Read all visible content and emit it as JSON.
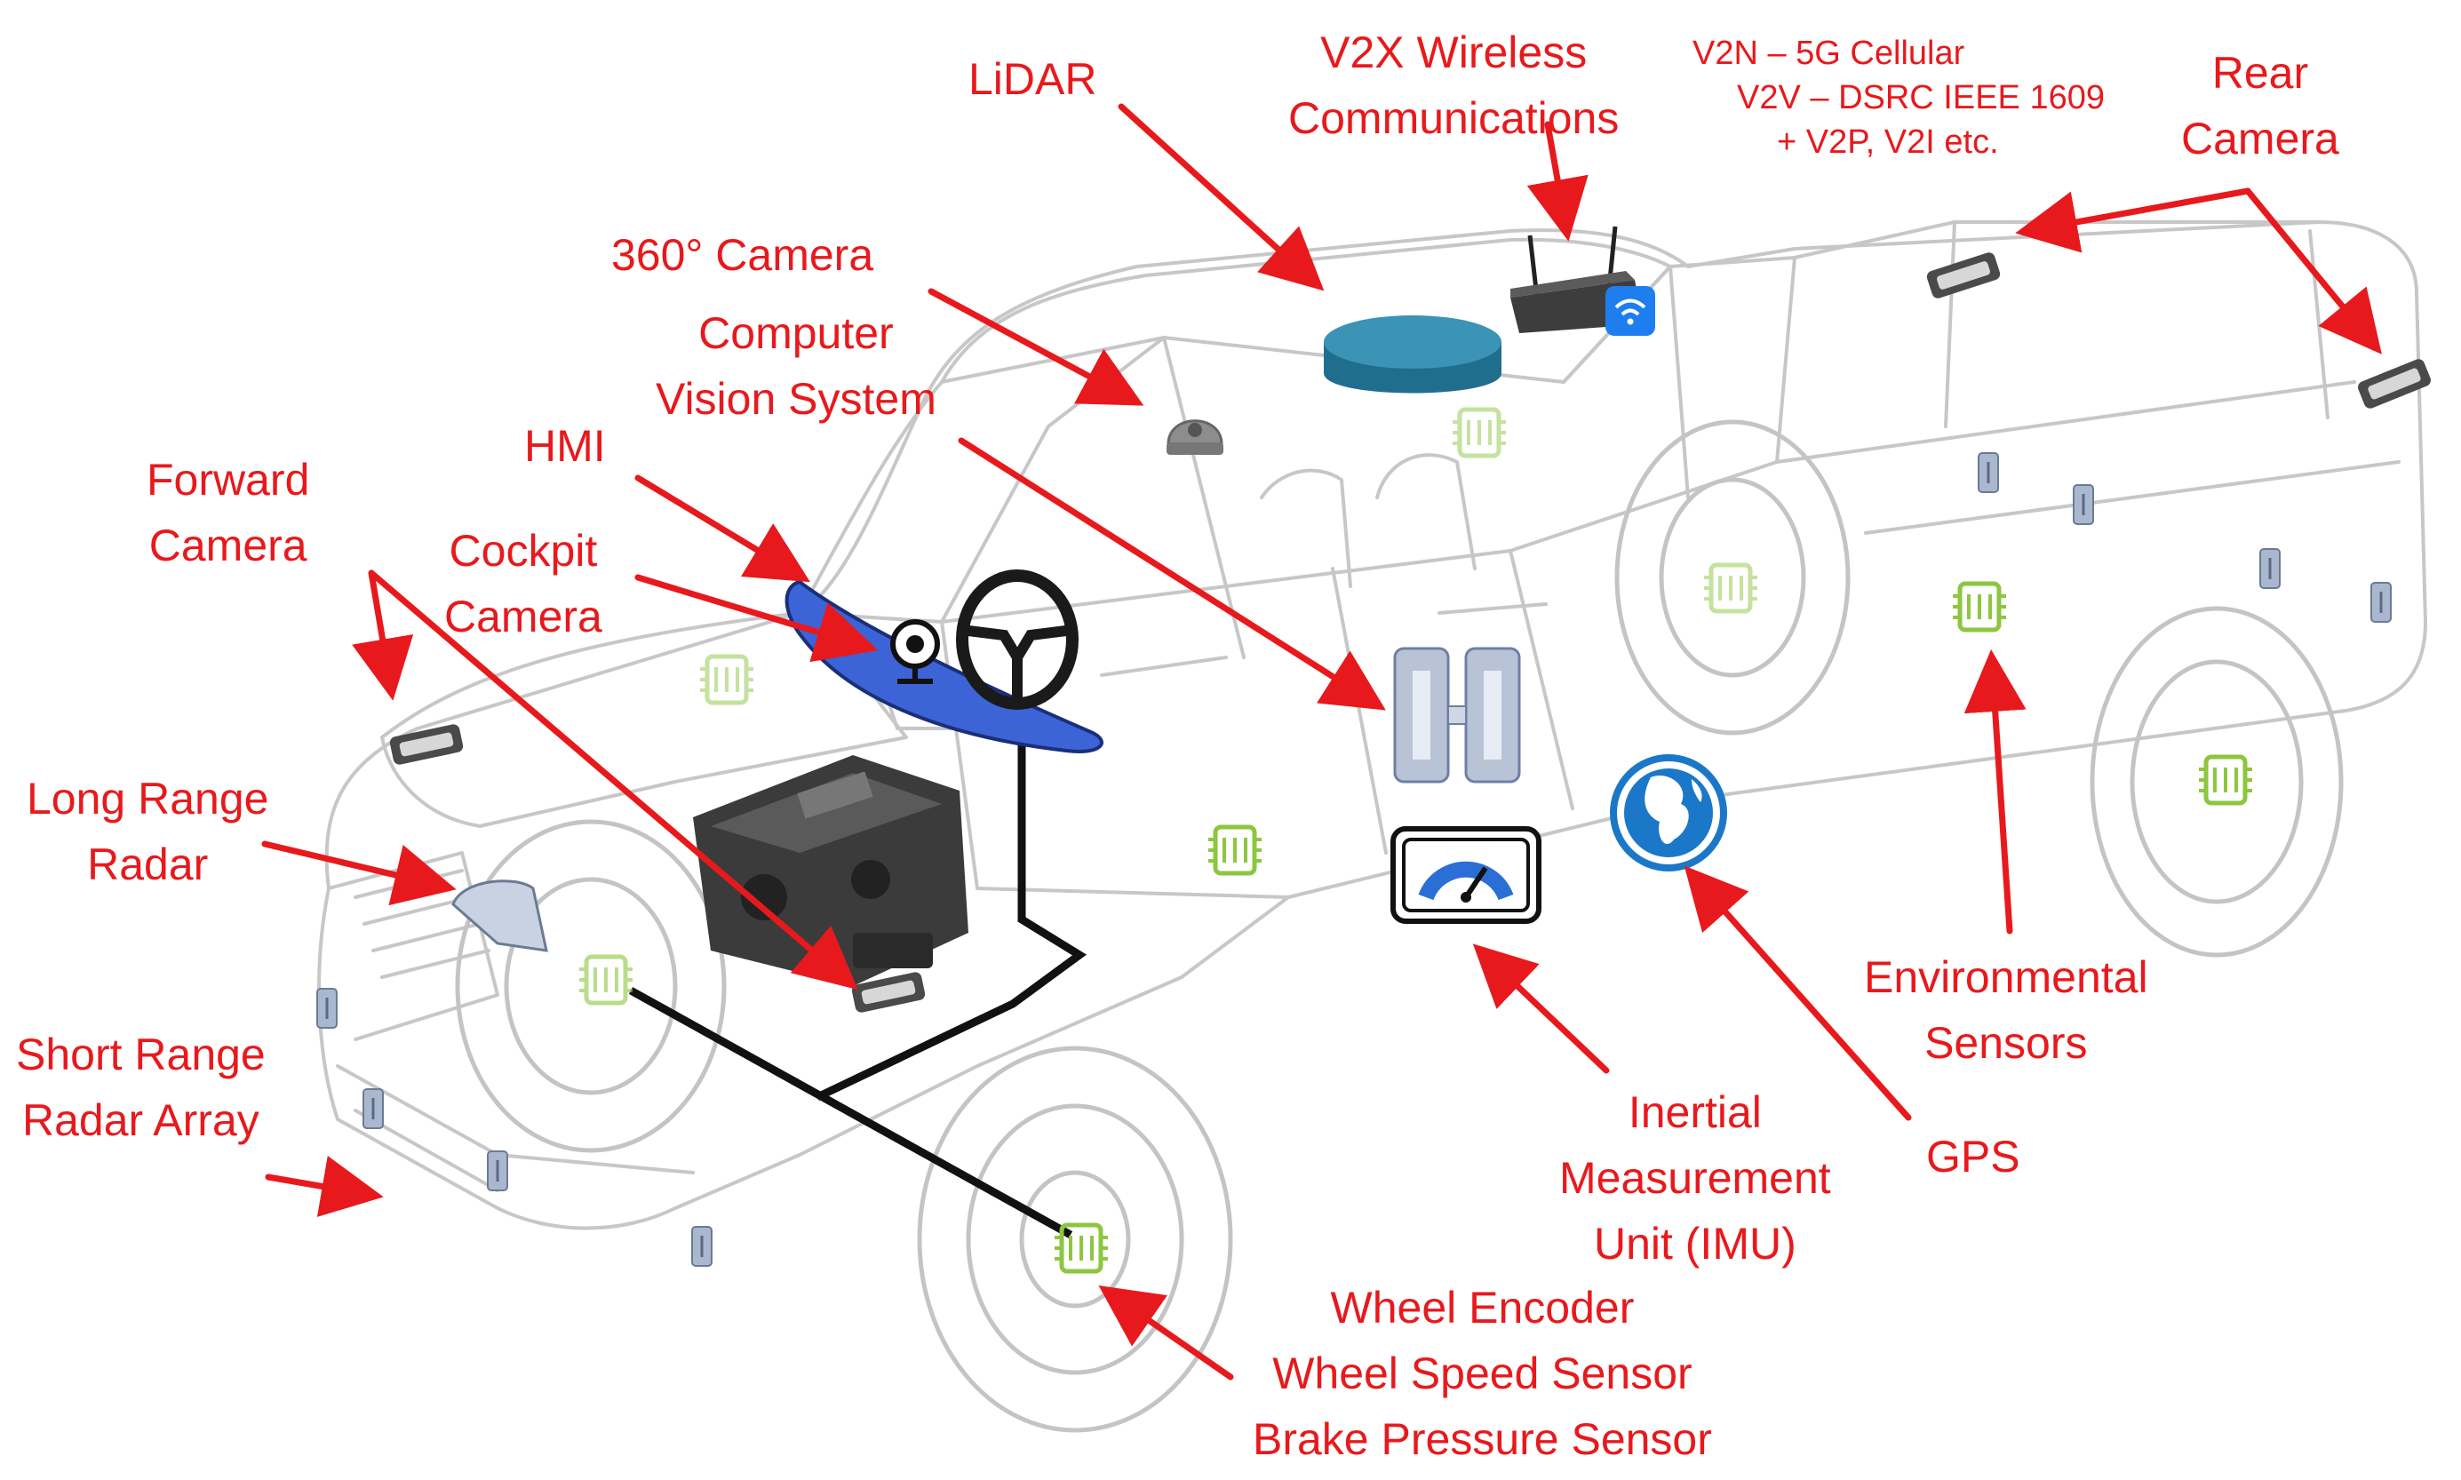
{
  "colors": {
    "label_red": "#e8191c",
    "truck_line": "#c7c7c7",
    "harness": "#111111",
    "hmi_blue": "#3c64d6",
    "lidar_teal": "#1f6e8e",
    "gps_blue": "#1b78c8",
    "sensor_green": "#8dc63f"
  },
  "labels": {
    "lidar": [
      "LiDAR"
    ],
    "v2x": [
      "V2X Wireless",
      "Communications"
    ],
    "v2x_detail": [
      "V2N – 5G Cellular",
      "V2V – DSRC IEEE 1609",
      "+ V2P, V2I etc."
    ],
    "rear_camera": [
      "Rear",
      "Camera"
    ],
    "camera_360": [
      "360° Camera"
    ],
    "computer_vision": [
      "Computer",
      "Vision System"
    ],
    "hmi": [
      "HMI"
    ],
    "cockpit_camera": [
      "Cockpit",
      "Camera"
    ],
    "forward_camera": [
      "Forward",
      "Camera"
    ],
    "long_range_radar": [
      "Long Range",
      "Radar"
    ],
    "short_range_radar": [
      "Short Range",
      "Radar Array"
    ],
    "environmental_sensors": [
      "Environmental",
      "Sensors"
    ],
    "gps": [
      "GPS"
    ],
    "imu": [
      "Inertial",
      "Measurement",
      "Unit (IMU)"
    ],
    "wheel_sensors": [
      "Wheel Encoder",
      "Wheel Speed Sensor",
      "Brake Pressure Sensor"
    ]
  },
  "icons": {
    "lidar": "lidar-puck-icon",
    "v2x": "wireless-router-icon",
    "wifi": "wifi-icon",
    "camera_360": "dome-camera-icon",
    "cockpit_camera": "webcam-icon",
    "steering": "steering-wheel-icon",
    "computer_vision": "processor-module-icon",
    "imu": "gauge-icon",
    "gps": "globe-icon",
    "engine": "engine-icon",
    "sensor_chip": "sensor-chip-icon"
  }
}
